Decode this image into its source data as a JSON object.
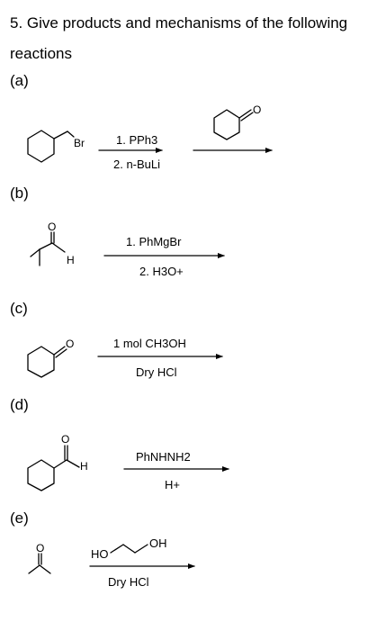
{
  "question": "5. Give products and mechanisms of the following reactions",
  "parts": [
    {
      "label": "(a)",
      "reactant_atoms": [
        "Br"
      ],
      "reagents": [
        "1. PPh3",
        "2. n-BuLi"
      ],
      "second_reactant_atoms": [
        "O"
      ]
    },
    {
      "label": "(b)",
      "reactant_atoms": [
        "O",
        "H"
      ],
      "reagents": [
        "1. PhMgBr",
        "2. H3O+"
      ]
    },
    {
      "label": "(c)",
      "reactant_atoms": [
        "O"
      ],
      "reagents": [
        "1 mol CH3OH",
        "Dry HCl"
      ]
    },
    {
      "label": "(d)",
      "reactant_atoms": [
        "O",
        "H"
      ],
      "reagents": [
        "PhNHNH2",
        "H+"
      ]
    },
    {
      "label": "(e)",
      "reactant_atoms": [
        "O"
      ],
      "reagent_structure_atoms": [
        "HO",
        "OH"
      ],
      "reagents": [
        "Dry HCl"
      ]
    }
  ]
}
